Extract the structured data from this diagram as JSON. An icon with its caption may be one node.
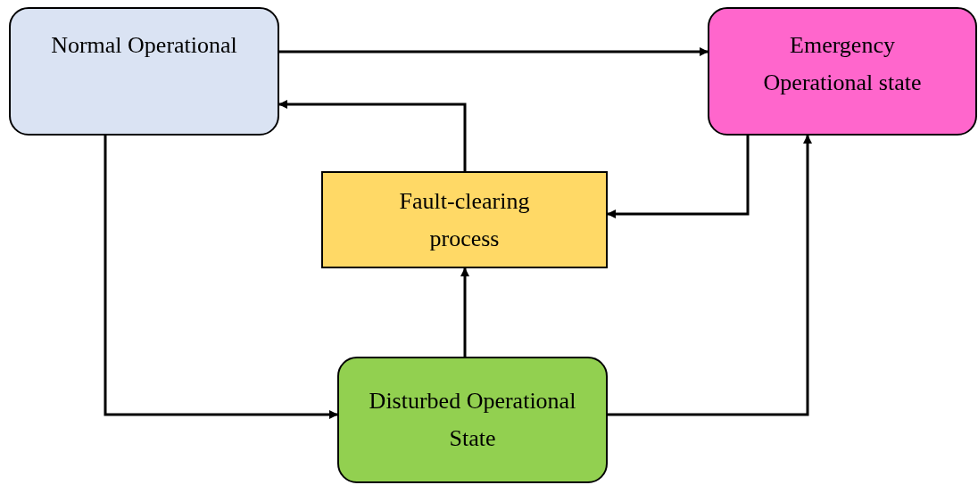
{
  "diagram": {
    "nodes": [
      {
        "text": [
          "Normal Operational"
        ]
      },
      {
        "text": [
          "Emergency Operational state"
        ]
      },
      {
        "text": [
          "Fault-clearing process"
        ]
      },
      {
        "text": [
          "Disturbed Operational State"
        ]
      }
    ],
    "edges": [
      {
        "from": 0,
        "to": 1,
        "arrow": "to"
      },
      {
        "from": 2,
        "to": 0,
        "arrow": "to"
      },
      {
        "from": 1,
        "to": 2,
        "arrow": "to"
      },
      {
        "from": 0,
        "to": 3,
        "arrow": "to"
      },
      {
        "from": 3,
        "to": 2,
        "arrow": "to"
      },
      {
        "from": 3,
        "to": 1,
        "arrow": "to"
      }
    ]
  }
}
